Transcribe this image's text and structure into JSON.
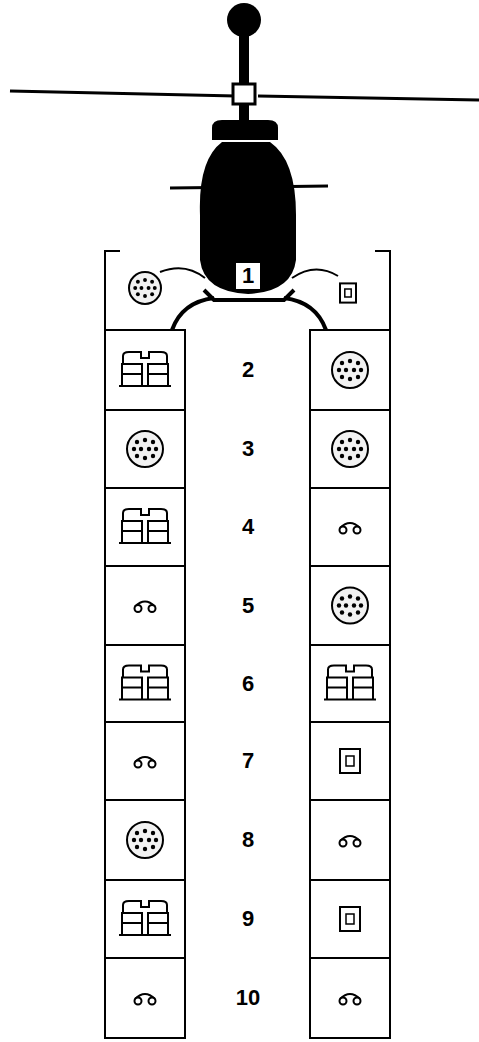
{
  "diagram": {
    "nodes": [
      {
        "text": [
          "1"
        ]
      }
    ],
    "labels": [
      "2",
      "3",
      "4",
      "5",
      "6",
      "7",
      "8",
      "9",
      "10"
    ]
  }
}
